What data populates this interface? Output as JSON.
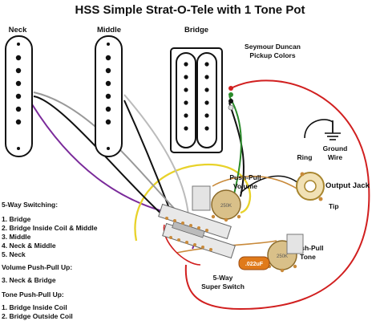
{
  "title": "HSS Simple Strat-O-Tele with 1 Tone Pot",
  "pickups": {
    "neck_label": "Neck",
    "middle_label": "Middle",
    "bridge_label": "Bridge",
    "brand_line1": "Seymour Duncan",
    "brand_line2": "Pickup Colors"
  },
  "components": {
    "ground_line1": "Ground",
    "ground_line2": "Wire",
    "ring_label": "Ring",
    "output_jack_label": "Output Jack",
    "tip_label": "Tip",
    "volume_line1": "Push-Pull",
    "volume_line2": "Volume",
    "tone_line1": "Push-Pull",
    "tone_line2": "Tone",
    "switch_line1": "5-Way",
    "switch_line2": "Super Switch",
    "cap_value": ".022uF",
    "pot_value": "250K"
  },
  "legend": {
    "switching_heading": "5-Way Switching:",
    "switching_items": [
      "1. Bridge",
      "2. Bridge Inside Coil & Middle",
      "3. Middle",
      "4. Neck & Middle",
      "5. Neck"
    ],
    "volume_heading": "Volume Push-Pull Up:",
    "volume_items": [
      "3. Neck & Bridge"
    ],
    "tone_heading": "Tone Push-Pull Up:",
    "tone_items": [
      "1. Bridge Inside Coil",
      "2. Bridge Outside Coil"
    ]
  },
  "colors": {
    "wire_red": "#d11f1f",
    "wire_yellow": "#e8d22a",
    "wire_purple": "#7a2a9a",
    "wire_green": "#2a8a2a",
    "wire_black": "#111111",
    "wire_white": "#dddddd",
    "copper": "#c98a3a",
    "cap_orange": "#e07a1a"
  }
}
